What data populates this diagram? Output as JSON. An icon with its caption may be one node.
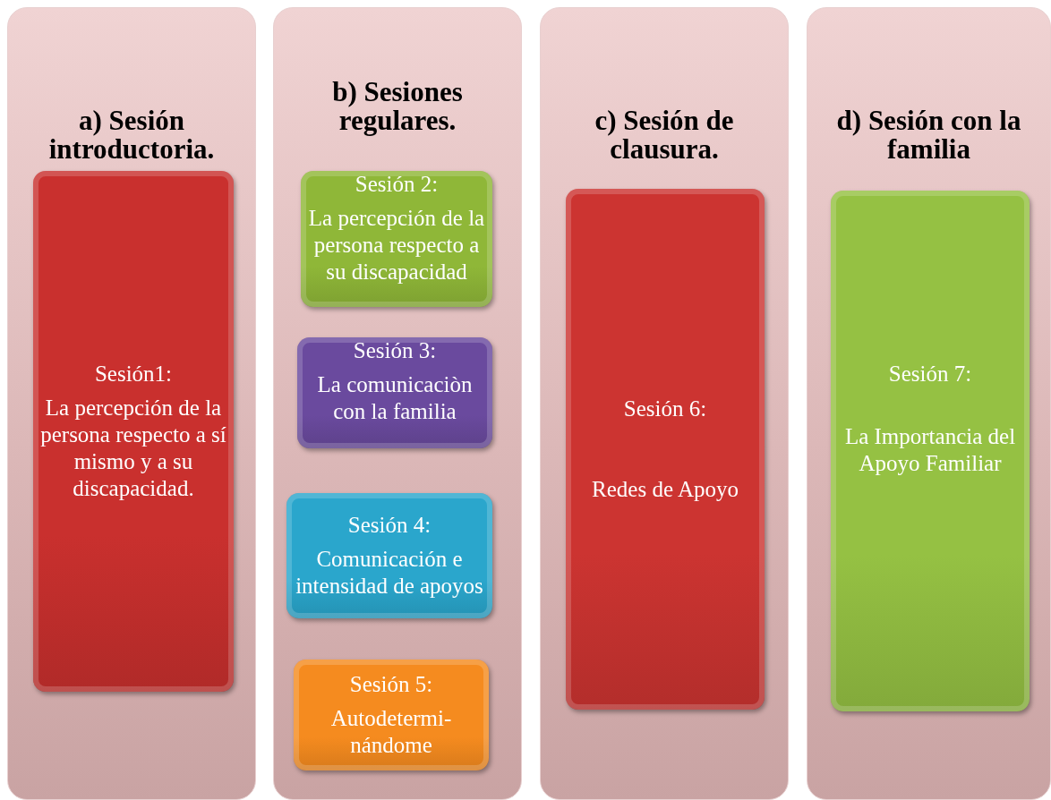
{
  "diagram": {
    "nodes": [
      {
        "text": [
          "a) Sesión introductoria."
        ]
      },
      {
        "text": [
          "Sesión1:",
          "La percepción de la persona respecto a sí mismo y a su discapacidad."
        ],
        "in": 0
      },
      {
        "text": [
          "b) Sesiones regulares."
        ]
      },
      {
        "text": [
          "Sesión 2:",
          "La percepción de la persona respecto a su discapacidad"
        ],
        "in": 2
      },
      {
        "text": [
          "Sesión 3:",
          "La comunicaciòn con la familia"
        ],
        "in": 2
      },
      {
        "text": [
          "Sesión 4:",
          "Comunicación e intensidad de apoyos"
        ],
        "in": 2
      },
      {
        "text": [
          "Sesión 5:",
          "Autodetermi- nándome"
        ],
        "in": 2
      },
      {
        "text": [
          "c) Sesión de clausura."
        ]
      },
      {
        "text": [
          "Sesión 6:",
          "Redes de Apoyo"
        ],
        "in": 7
      },
      {
        "text": [
          "d) Sesión con la familia"
        ]
      },
      {
        "text": [
          "Sesión 7:",
          "La Importancia del Apoyo Familiar"
        ],
        "in": 9
      }
    ]
  }
}
